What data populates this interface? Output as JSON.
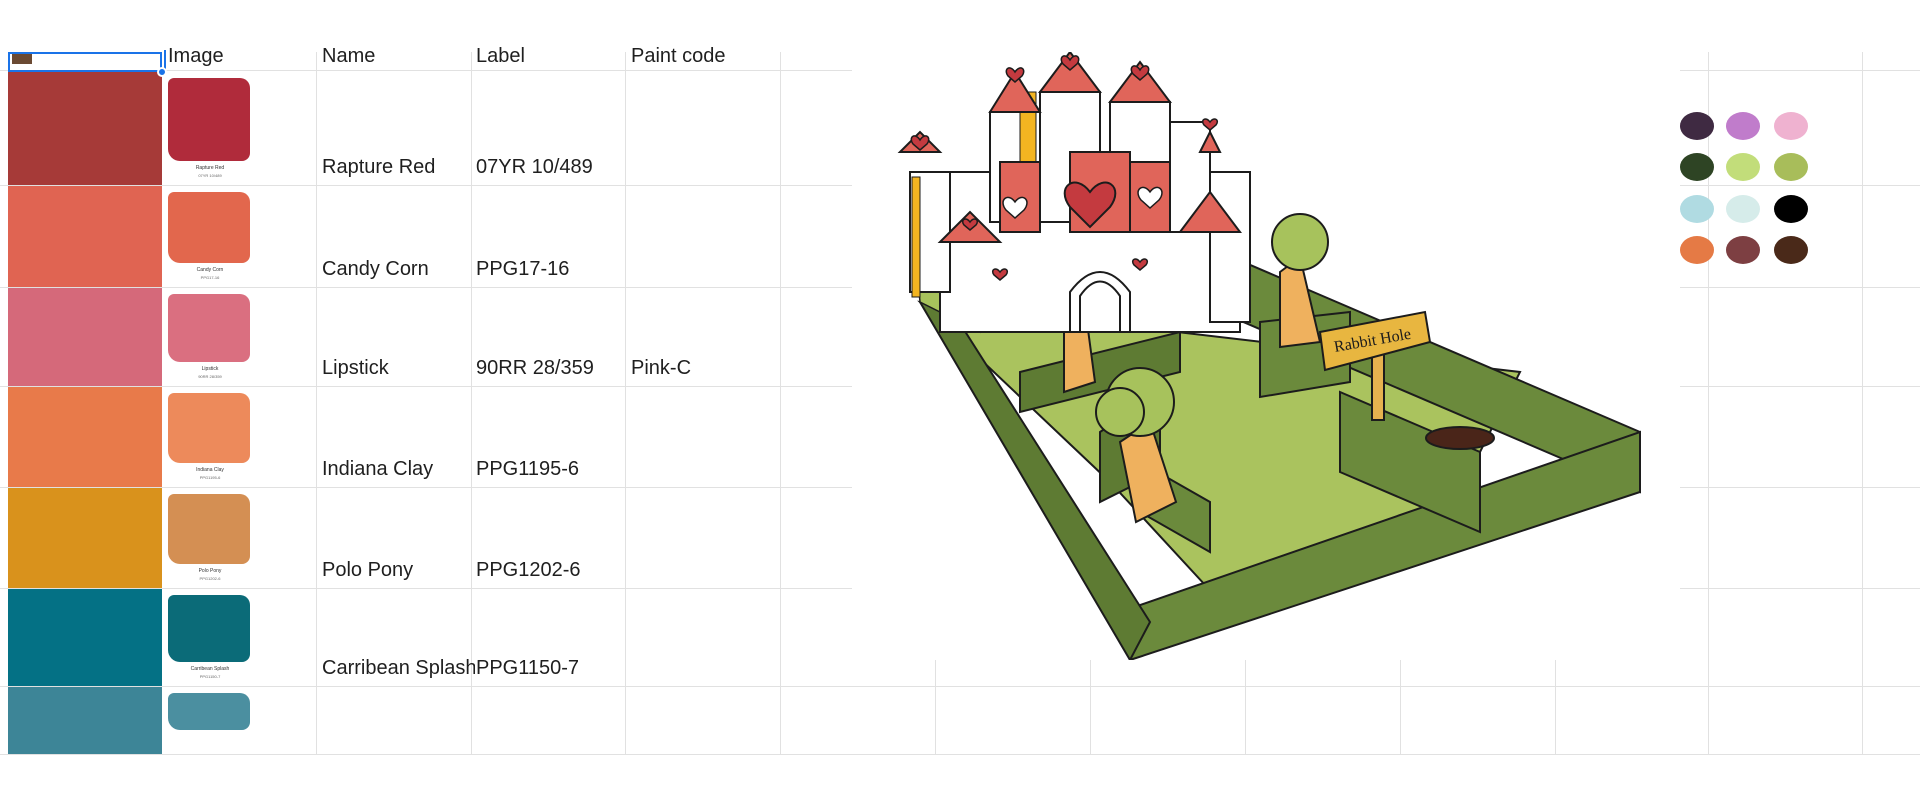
{
  "headers": {
    "image": "Image",
    "name": "Name",
    "label": "Label",
    "paint_code": "Paint code"
  },
  "rows": [
    {
      "color": "#a63a38",
      "swatch": "#b02b3b",
      "name": "Rapture Red",
      "label": "07YR 10/489",
      "paint_code": "",
      "swatch_name": "Rapture Red",
      "swatch_code": "07YR 10/489"
    },
    {
      "color": "#e06452",
      "swatch": "#e2674d",
      "name": "Candy Corn",
      "label": "PPG17-16",
      "paint_code": "",
      "swatch_name": "Candy Corn",
      "swatch_code": "PPG17-16"
    },
    {
      "color": "#d5697a",
      "swatch": "#da6f80",
      "name": "Lipstick",
      "label": "90RR 28/359",
      "paint_code": "Pink-C",
      "swatch_name": "Lipstick",
      "swatch_code": "90RR 28/359"
    },
    {
      "color": "#e87a4a",
      "swatch": "#ed8a5b",
      "name": "Indiana Clay",
      "label": "PPG1195-6",
      "paint_code": "",
      "swatch_name": "Indiana Clay",
      "swatch_code": "PPG1195-6"
    },
    {
      "color": "#d9921c",
      "swatch": "#d48f53",
      "name": "Polo Pony",
      "label": "PPG1202-6",
      "paint_code": "",
      "swatch_name": "Polo Pony",
      "swatch_code": "PPG1202-6"
    },
    {
      "color": "#047185",
      "swatch": "#0b6b78",
      "name": "Carribean Splash",
      "label": "PPG1150-7",
      "paint_code": "",
      "swatch_name": "Carribean Splash",
      "swatch_code": "PPG1150-7"
    },
    {
      "color": "#3d8597",
      "swatch": "#4b8fa0",
      "name": "",
      "label": "",
      "paint_code": "",
      "swatch_name": "",
      "swatch_code": ""
    }
  ],
  "palette": [
    "#3f2a42",
    "#c07ccb",
    "#efb2d0",
    "#2e4424",
    "#c2dd7a",
    "#a8bd5a",
    "#b0dbe2",
    "#d6ecea",
    "#000000",
    "#e57a45",
    "#7d3f42",
    "#4a2919"
  ],
  "illustration": {
    "sign_text": "Rabbit Hole"
  }
}
